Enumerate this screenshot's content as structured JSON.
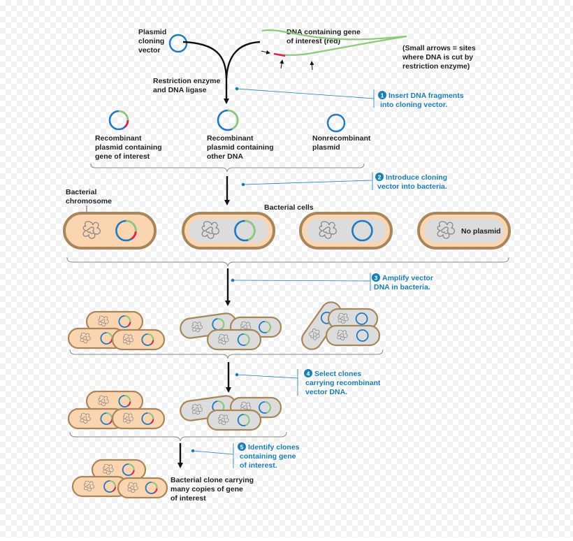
{
  "labels": {
    "plasmid": [
      "Plasmid",
      "cloning",
      "vector"
    ],
    "dna": [
      "DNA containing gene",
      "of interest (red)"
    ],
    "arrows_note": [
      "(Small arrows = sites",
      "where DNA is cut by",
      "restriction enzyme)"
    ],
    "enzyme": [
      "Restriction enzyme",
      "and DNA ligase"
    ],
    "recombinant_gene": [
      "Recombinant",
      "plasmid containing",
      "gene of interest"
    ],
    "recombinant_other": [
      "Recombinant",
      "plasmid containing",
      "other DNA"
    ],
    "nonrecombinant": [
      "Nonrecombinant",
      "plasmid"
    ],
    "chromosome": [
      "Bacterial",
      "chromosome"
    ],
    "bacterial_cells": "Bacterial cells",
    "no_plasmid": "No plasmid",
    "clone": [
      "Bacterial clone carrying",
      "many copies of gene",
      "of interest"
    ]
  },
  "steps": [
    {
      "num": "1",
      "lines": [
        "Insert DNA fragments",
        "into cloning vector."
      ]
    },
    {
      "num": "2",
      "lines": [
        "Introduce cloning",
        "vector into bacteria."
      ]
    },
    {
      "num": "3",
      "lines": [
        "Amplify vector",
        "DNA in bacteria."
      ]
    },
    {
      "num": "4",
      "lines": [
        "Select clones",
        "carrying recombinant",
        "vector DNA."
      ]
    },
    {
      "num": "5",
      "lines": [
        "Identify clones",
        "containing gene",
        "of interest."
      ]
    }
  ],
  "colors": {
    "plasmid": "#1f78c1",
    "insert_other": "#8cc97a",
    "gene": "#e0234e",
    "cell_peach": "#fbd5b0",
    "cell_gray": "#dcdcdc",
    "cell_border": "#a8865a",
    "step": "#1a7fb0",
    "chromosome": "#888888"
  }
}
